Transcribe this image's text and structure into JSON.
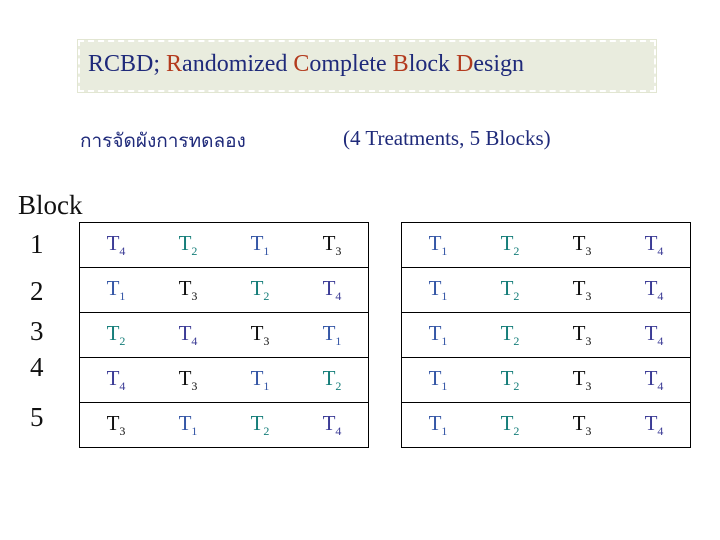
{
  "title": {
    "parts": [
      {
        "text": "RCBD; ",
        "hl": false
      },
      {
        "text": "R",
        "hl": true
      },
      {
        "text": "andomized ",
        "hl": false
      },
      {
        "text": "C",
        "hl": true
      },
      {
        "text": "omplete ",
        "hl": false
      },
      {
        "text": "B",
        "hl": true
      },
      {
        "text": "lock ",
        "hl": false
      },
      {
        "text": "D",
        "hl": true
      },
      {
        "text": "esign",
        "hl": false
      }
    ]
  },
  "thai_label": "การจัดผังการทดลอง",
  "subtitle": "(4 Treatments, 5 Blocks)",
  "block_heading": "Block",
  "blocks": [
    "1",
    "2",
    "3",
    "4",
    "5"
  ],
  "treatment_letter": "T",
  "colors": {
    "1": "#3557a6",
    "2": "#167e7a",
    "3": "#111111",
    "4": "#3c3c96",
    "title_highlight": "#b33a1d",
    "title_text": "#1f2a7a"
  },
  "randomized_layout": [
    [
      4,
      2,
      1,
      3
    ],
    [
      1,
      3,
      2,
      4
    ],
    [
      2,
      4,
      3,
      1
    ],
    [
      4,
      3,
      1,
      2
    ],
    [
      3,
      1,
      2,
      4
    ]
  ],
  "systematic_layout": [
    [
      1,
      2,
      3,
      4
    ],
    [
      1,
      2,
      3,
      4
    ],
    [
      1,
      2,
      3,
      4
    ],
    [
      1,
      2,
      3,
      4
    ],
    [
      1,
      2,
      3,
      4
    ]
  ]
}
